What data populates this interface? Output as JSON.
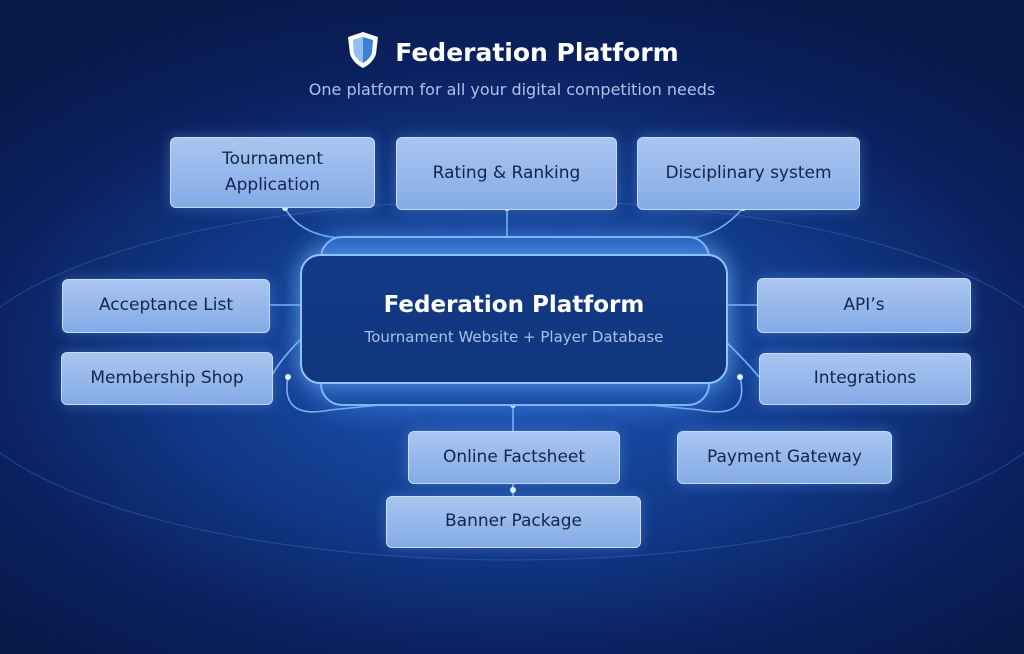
{
  "header": {
    "title": "Federation Platform",
    "subtitle": "One platform for all your digital competition needs",
    "logo_icon": "shield-icon"
  },
  "center": {
    "title": "Federation Platform",
    "subtitle": "Tournament Website + Player Database"
  },
  "nodes": {
    "tournament_application": "Tournament Application",
    "rating_ranking": "Rating & Ranking",
    "disciplinary_system": "Disciplinary system",
    "acceptance_list": "Acceptance List",
    "membership_shop": "Membership Shop",
    "apis": "API’s",
    "integrations": "Integrations",
    "online_factsheet": "Online Factsheet",
    "payment_gateway": "Payment Gateway",
    "banner_package": "Banner Package"
  },
  "colors": {
    "background": "#123a8a",
    "node": "#9bbcec",
    "node_text": "#13254d",
    "connector": "#9fd0ff"
  }
}
